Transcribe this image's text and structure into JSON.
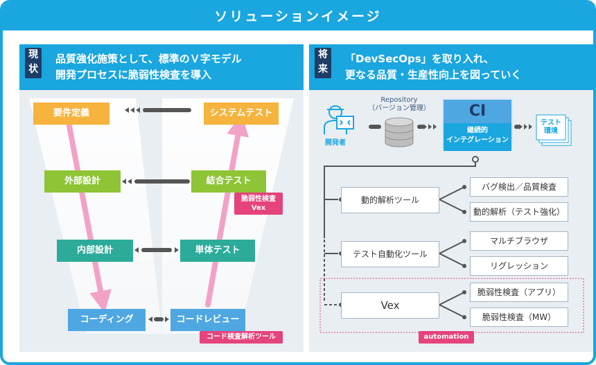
{
  "title": "ソリューションイメージ",
  "left_panel": {
    "tag": "現状",
    "heading_line1": "品質強化施策として、標準のＶ字モデル",
    "heading_line2": "開発プロセスに脆弱性検査を導入",
    "steps": {
      "requirements": "要件定義",
      "external_design": "外部設計",
      "internal_design": "内部設計",
      "coding": "コーディング",
      "code_review": "コードレビュー",
      "unit_test": "単体テスト",
      "integration_test": "結合テスト",
      "system_test": "システムテスト"
    },
    "vex_tag_line1": "脆弱性検査",
    "vex_tag_line2": "Vex",
    "code_tool_tag": "コード検査解析ツール"
  },
  "right_panel": {
    "tag": "将来",
    "heading_line1": "「DevSecOps」を取り入れ、",
    "heading_line2": "更なる品質・生産性向上を図っていく",
    "developer_label": "開発者",
    "repository_label": "Repository",
    "repository_sublabel": "（バージョン管理）",
    "ci_title": "CI",
    "ci_sub_line1": "継続的",
    "ci_sub_line2": "インテグレーション",
    "test_env_line1": "テスト",
    "test_env_line2": "環境",
    "tools": [
      {
        "name": "動的解析ツール",
        "items": [
          "バグ検出／品質検査",
          "動的解析（テスト強化）"
        ]
      },
      {
        "name": "テスト自動化ツール",
        "items": [
          "マルチブラウザ",
          "リグレッション"
        ]
      },
      {
        "name": "Vex",
        "items": [
          "脆弱性検査（アプリ）",
          "脆弱性検査（MW）"
        ]
      }
    ],
    "automation_label": "automation"
  },
  "colors": {
    "accent_blue": "#1aa6df",
    "navy": "#1d3c66",
    "pink": "#e4437c",
    "requirements": "#f6b33d",
    "design": "#8ec435",
    "internal": "#2cab9a",
    "coding": "#4fa7e2",
    "ci_box": "#4fa7e2"
  }
}
